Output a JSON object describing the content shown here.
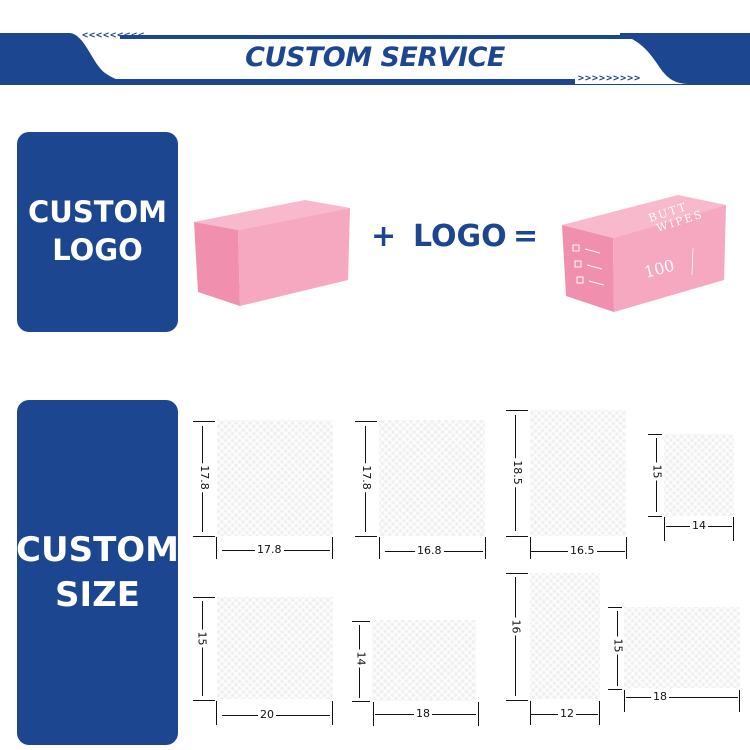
{
  "header": {
    "title": "CUSTOM SERVICE",
    "left_chevrons": "<<<<<<<<<",
    "right_chevrons": ">>>>>>>>>",
    "accent_color": "#1c4690"
  },
  "logo_section": {
    "label_line1": "CUSTOM",
    "label_line2": "LOGO",
    "plus": "+",
    "logo_word": "LOGO",
    "equals": "=",
    "plain_box": "pink-box-blank",
    "branded_box": {
      "brand_text_line1": "BUTT",
      "brand_text_line2": "WIPES",
      "count": "100",
      "color": "#f4a9bf"
    }
  },
  "size_section": {
    "label_line1": "CUSTOM",
    "label_line2": "SIZE",
    "wipes": [
      {
        "height": "17.8",
        "width": "17.8"
      },
      {
        "height": "17.8",
        "width": "16.8"
      },
      {
        "height": "18.5",
        "width": "16.5"
      },
      {
        "height": "15",
        "width": "14"
      },
      {
        "height": "15",
        "width": "20"
      },
      {
        "height": "14",
        "width": "18"
      },
      {
        "height": "16",
        "width": "12"
      },
      {
        "height": "15",
        "width": "18"
      }
    ]
  }
}
